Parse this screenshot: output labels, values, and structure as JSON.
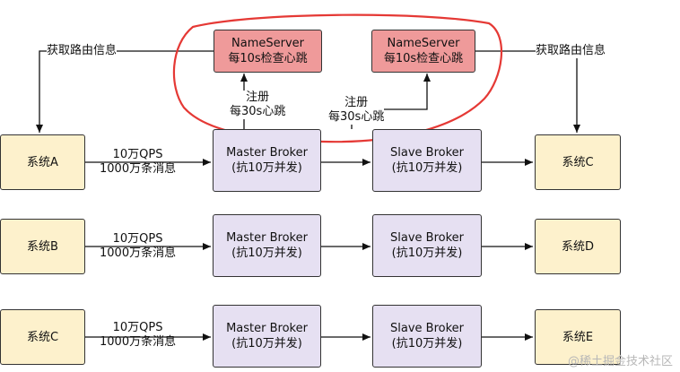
{
  "nameservers": [
    {
      "line1": "NameServer",
      "line2": "每10s检查心跳"
    },
    {
      "line1": "NameServer",
      "line2": "每10s检查心跳"
    }
  ],
  "route_label_left": "获取路由信息",
  "route_label_right": "获取路由信息",
  "register_left": {
    "line1": "注册",
    "line2": "每30s心跳"
  },
  "register_right": {
    "line1": "注册",
    "line2": "每30s心跳"
  },
  "rows": [
    {
      "system": "系统A",
      "qps": "10万QPS",
      "msgs": "1000万条消息",
      "master": {
        "line1": "Master Broker",
        "line2": "(抗10万并发)"
      },
      "slave": {
        "line1": "Slave Broker",
        "line2": "(抗10万并发)"
      },
      "consumer": "系统C"
    },
    {
      "system": "系统B",
      "qps": "10万QPS",
      "msgs": "1000万条消息",
      "master": {
        "line1": "Master Broker",
        "line2": "(抗10万并发)"
      },
      "slave": {
        "line1": "Slave Broker",
        "line2": "(抗10万并发)"
      },
      "consumer": "系统D"
    },
    {
      "system": "系统C",
      "qps": "10万QPS",
      "msgs": "1000万条消息",
      "master": {
        "line1": "Master Broker",
        "line2": "(抗10万并发)"
      },
      "slave": {
        "line1": "Slave Broker",
        "line2": "(抗10万并发)"
      },
      "consumer": "系统E"
    }
  ],
  "watermark": "@稀土掘金技术社区",
  "colors": {
    "nameserver_fill": "#ef9a9a",
    "broker_fill": "#e6e0f2",
    "system_fill": "#fdf1cc",
    "highlight_outline": "#e53935"
  }
}
